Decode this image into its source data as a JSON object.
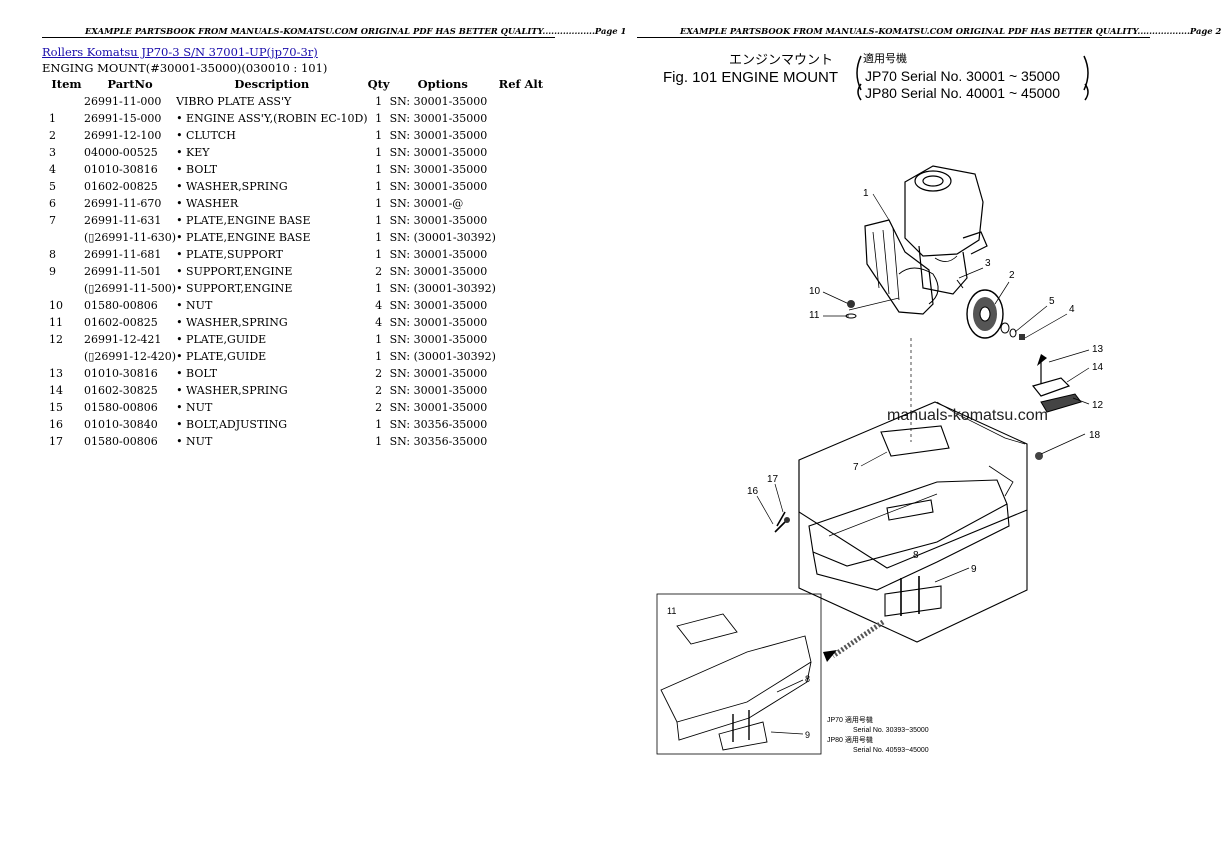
{
  "header": {
    "left": "EXAMPLE PARTSBOOK FROM MANUALS-KOMATSU.COM ORIGINAL PDF HAS BETTER QUALITY..................Page 1",
    "right": "EXAMPLE PARTSBOOK FROM MANUALS-KOMATSU.COM ORIGINAL PDF HAS BETTER QUALITY..................Page 2"
  },
  "book_link": "Rollers Komatsu JP70-3 S/N 37001-UP(jp70-3r)",
  "subtitle": "ENGING MOUNT(#30001-35000)(030010 : 101)",
  "columns": [
    "Item",
    "PartNo",
    "Description",
    "Qty",
    "Options",
    "Ref Alt"
  ],
  "rows": [
    {
      "item": "",
      "part": "26991-11-000",
      "desc": "VIBRO PLATE ASS'Y",
      "qty": "1",
      "opt": "SN: 30001-35000"
    },
    {
      "item": "1",
      "part": "26991-15-000",
      "desc": "• ENGINE ASS'Y,(ROBIN EC-10D)",
      "qty": "1",
      "opt": "SN: 30001-35000"
    },
    {
      "item": "2",
      "part": "26991-12-100",
      "desc": "• CLUTCH",
      "qty": "1",
      "opt": "SN: 30001-35000"
    },
    {
      "item": "3",
      "part": "04000-00525",
      "desc": "• KEY",
      "qty": "1",
      "opt": "SN: 30001-35000"
    },
    {
      "item": "4",
      "part": "01010-30816",
      "desc": "• BOLT",
      "qty": "1",
      "opt": "SN: 30001-35000"
    },
    {
      "item": "5",
      "part": "01602-00825",
      "desc": "• WASHER,SPRING",
      "qty": "1",
      "opt": "SN: 30001-35000"
    },
    {
      "item": "6",
      "part": "26991-11-670",
      "desc": "• WASHER",
      "qty": "1",
      "opt": "SN: 30001-@"
    },
    {
      "item": "7",
      "part": "26991-11-631",
      "desc": "• PLATE,ENGINE BASE",
      "qty": "1",
      "opt": "SN: 30001-35000"
    },
    {
      "item": "",
      "part": "(▯26991-11-630)",
      "desc": "• PLATE,ENGINE BASE",
      "qty": "1",
      "opt": "SN: (30001-30392)"
    },
    {
      "item": "8",
      "part": "26991-11-681",
      "desc": "• PLATE,SUPPORT",
      "qty": "1",
      "opt": "SN: 30001-35000"
    },
    {
      "item": "9",
      "part": "26991-11-501",
      "desc": "• SUPPORT,ENGINE",
      "qty": "2",
      "opt": "SN: 30001-35000"
    },
    {
      "item": "",
      "part": "(▯26991-11-500)",
      "desc": "• SUPPORT,ENGINE",
      "qty": "1",
      "opt": "SN: (30001-30392)"
    },
    {
      "item": "10",
      "part": "01580-00806",
      "desc": "• NUT",
      "qty": "4",
      "opt": "SN: 30001-35000"
    },
    {
      "item": "11",
      "part": "01602-00825",
      "desc": "• WASHER,SPRING",
      "qty": "4",
      "opt": "SN: 30001-35000"
    },
    {
      "item": "12",
      "part": "26991-12-421",
      "desc": "• PLATE,GUIDE",
      "qty": "1",
      "opt": "SN: 30001-35000"
    },
    {
      "item": "",
      "part": "(▯26991-12-420)",
      "desc": "• PLATE,GUIDE",
      "qty": "1",
      "opt": "SN: (30001-30392)"
    },
    {
      "item": "13",
      "part": "01010-30816",
      "desc": "• BOLT",
      "qty": "2",
      "opt": "SN: 30001-35000"
    },
    {
      "item": "14",
      "part": "01602-30825",
      "desc": "• WASHER,SPRING",
      "qty": "2",
      "opt": "SN: 30001-35000"
    },
    {
      "item": "15",
      "part": "01580-00806",
      "desc": "• NUT",
      "qty": "2",
      "opt": "SN: 30001-35000"
    },
    {
      "item": "16",
      "part": "01010-30840",
      "desc": "• BOLT,ADJUSTING",
      "qty": "1",
      "opt": "SN: 30356-35000"
    },
    {
      "item": "17",
      "part": "01580-00806",
      "desc": "• NUT",
      "qty": "1",
      "opt": "SN: 30356-35000"
    }
  ],
  "figure": {
    "japanese_title": "エンジンマウント",
    "applicable_label": "適用号機",
    "title": "Fig. 101 ENGINE MOUNT",
    "serial_line_1": "JP70 Serial No. 30001 ~ 35000",
    "serial_line_2": "JP80 Serial No. 40001 ~ 45000",
    "watermark": "manuals-komatsu.com",
    "inset_note_1": "JP70 適用号機",
    "inset_note_1b": "Serial No. 30393~35000",
    "inset_note_2": "JP80 適用号機",
    "inset_note_2b": "Serial No. 40593~45000",
    "callouts": [
      "1",
      "2",
      "3",
      "5",
      "4",
      "10",
      "11",
      "13",
      "14",
      "12",
      "18",
      "17",
      "16",
      "7",
      "8",
      "9",
      "11",
      "8",
      "9"
    ]
  }
}
